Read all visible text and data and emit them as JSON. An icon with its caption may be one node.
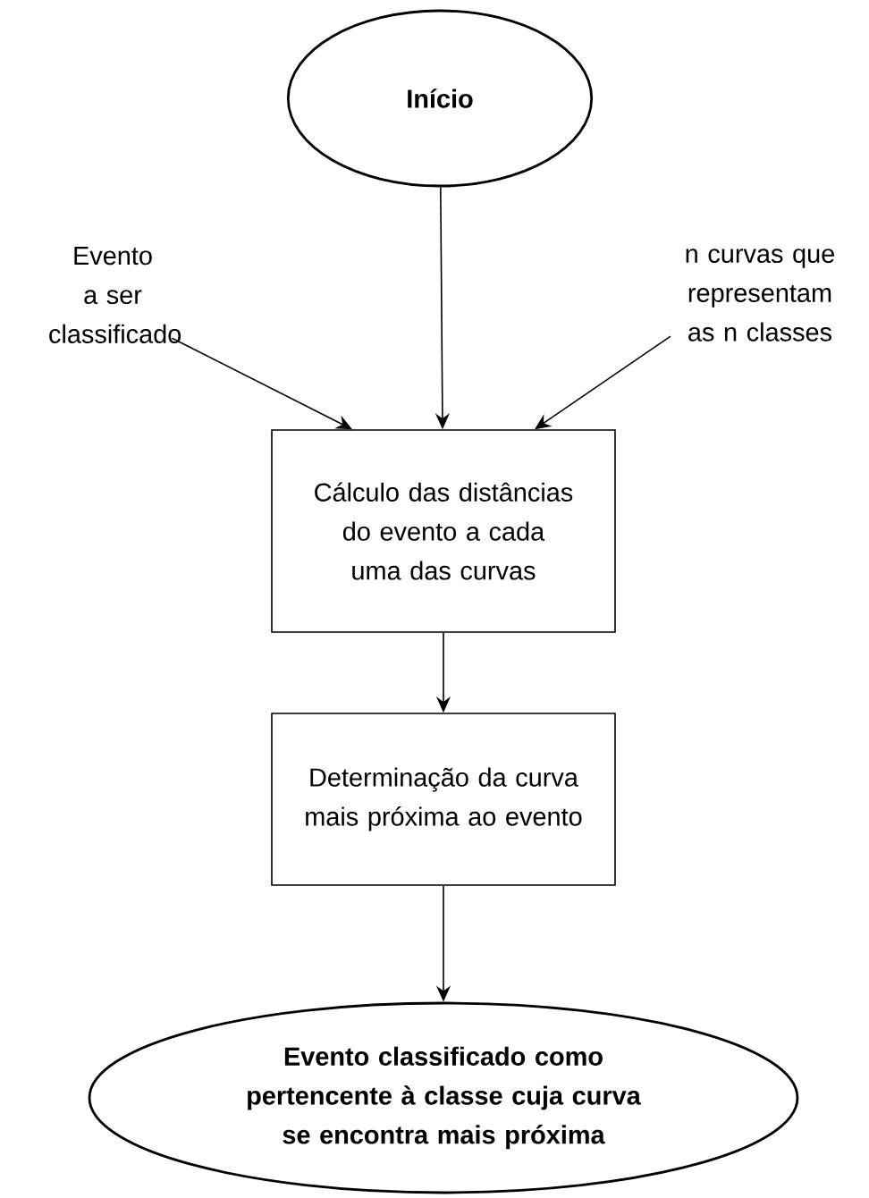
{
  "diagram": {
    "nodes": [
      {
        "text": [
          "Início"
        ]
      },
      {
        "text": [
          "Evento a ser classificado"
        ]
      },
      {
        "text": [
          "n curvas que representam as n classes"
        ]
      },
      {
        "text": [
          "Cálculo das distâncias do evento a cada uma das curvas"
        ]
      },
      {
        "text": [
          "Determinação da curva mais próxima ao evento"
        ]
      },
      {
        "text": [
          "Evento classificado como pertencente à classe cuja curva se encontra mais próxima"
        ]
      }
    ],
    "edges": [
      {
        "from": 0,
        "to": 3,
        "arrow": "to"
      },
      {
        "from": 1,
        "to": 3,
        "arrow": "to"
      },
      {
        "from": 2,
        "to": 3,
        "arrow": "to"
      },
      {
        "from": 3,
        "to": 4,
        "arrow": "to"
      },
      {
        "from": 4,
        "to": 5,
        "arrow": "to"
      }
    ]
  }
}
